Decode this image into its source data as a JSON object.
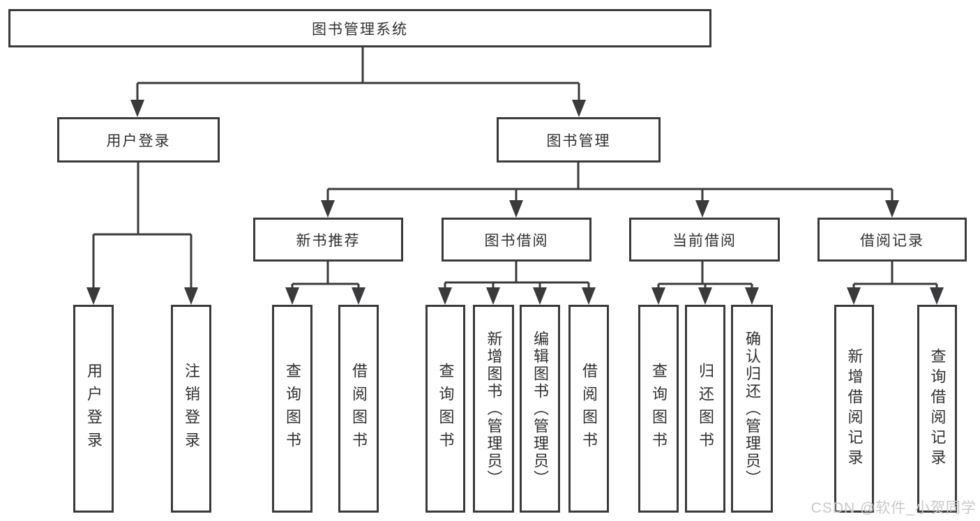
{
  "diagram": {
    "root": {
      "label": "图书管理系统",
      "children": [
        {
          "label": "用户登录",
          "children": [
            {
              "label": "用户登录"
            },
            {
              "label": "注销登录"
            }
          ]
        },
        {
          "label": "图书管理",
          "children": [
            {
              "label": "新书推荐",
              "children": [
                {
                  "label": "查询图书"
                },
                {
                  "label": "借阅图书"
                }
              ]
            },
            {
              "label": "图书借阅",
              "children": [
                {
                  "label": "查询图书"
                },
                {
                  "label": "新增图书（管理员）"
                },
                {
                  "label": "编辑图书（管理员）"
                },
                {
                  "label": "借阅图书"
                }
              ]
            },
            {
              "label": "当前借阅",
              "children": [
                {
                  "label": "查询图书"
                },
                {
                  "label": "归还图书"
                },
                {
                  "label": "确认归还（管理员）"
                }
              ]
            },
            {
              "label": "借阅记录",
              "children": [
                {
                  "label": "新增借阅记录"
                },
                {
                  "label": "查询借阅记录"
                }
              ]
            }
          ]
        }
      ]
    }
  },
  "watermark": {
    "text": "CSDN @软件_小贺同学"
  },
  "colors": {
    "line": "#3a3a3c",
    "text": "#303032",
    "watermark": "#c9c9c9",
    "background": "#ffffff"
  }
}
